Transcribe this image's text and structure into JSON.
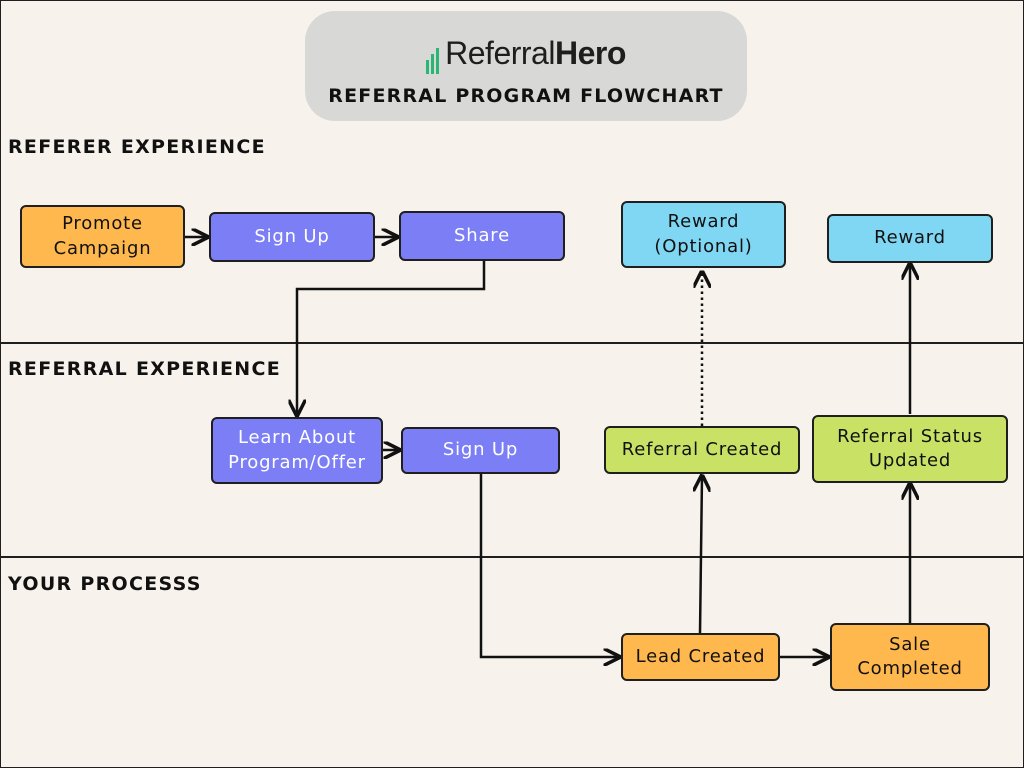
{
  "header": {
    "logo_light": "Referral",
    "logo_bold": "Hero",
    "title": "REFERRAL PROGRAM FLOWCHART"
  },
  "lanes": {
    "referer": "REFERER EXPERIENCE",
    "referral": "REFERRAL EXPERIENCE",
    "process": "YOUR PROCESSS"
  },
  "nodes": {
    "promote_campaign": "Promote Campaign",
    "referer_sign_up": "Sign Up",
    "share": "Share",
    "reward_optional": "Reward (Optional)",
    "reward": "Reward",
    "learn_about": "Learn About Program/Offer",
    "referral_sign_up": "Sign Up",
    "referral_created": "Referral Created",
    "referral_status_updated": "Referral Status Updated",
    "lead_created": "Lead Created",
    "sale_completed": "Sale Completed"
  },
  "colors": {
    "orange": "#ffb84d",
    "purple": "#7b7ef5",
    "blue": "#7fd7f4",
    "green": "#c9e265",
    "background": "#f7f3ec",
    "logo_accent": "#2bb673"
  }
}
